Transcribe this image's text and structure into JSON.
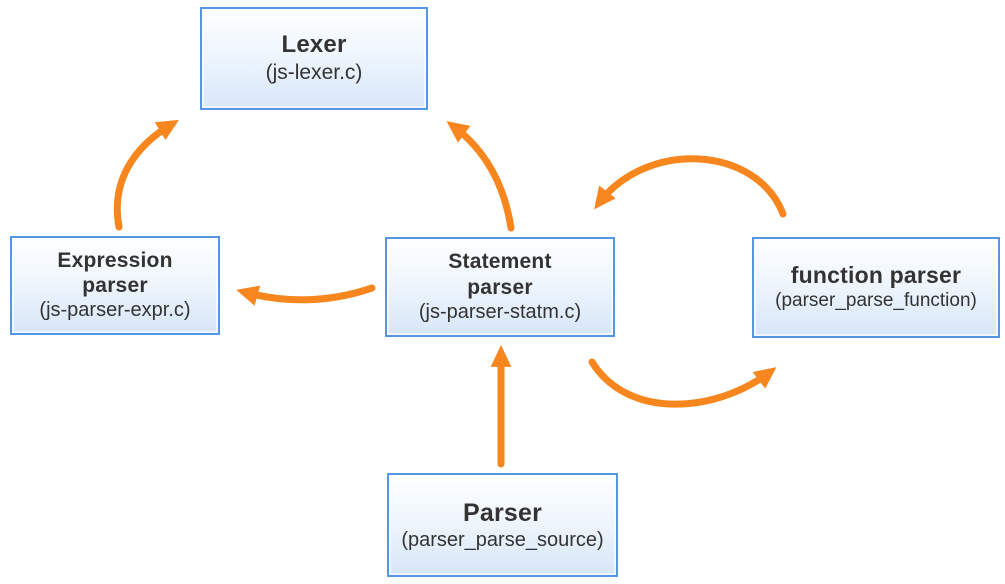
{
  "diagram": {
    "nodes": {
      "lexer": {
        "title": "Lexer",
        "subtitle": "(js-lexer.c)"
      },
      "expression": {
        "title": "Expression\nparser",
        "subtitle": "(js-parser-expr.c)"
      },
      "statement": {
        "title": "Statement\nparser",
        "subtitle": "(js-parser-statm.c)"
      },
      "function": {
        "title": "function parser",
        "subtitle": "(parser_parse_function)"
      },
      "parser": {
        "title": "Parser",
        "subtitle": "(parser_parse_source)"
      }
    },
    "edges": [
      {
        "from": "expression",
        "to": "lexer",
        "shape": "curve-up"
      },
      {
        "from": "statement",
        "to": "lexer",
        "shape": "curve-up"
      },
      {
        "from": "statement",
        "to": "expression",
        "shape": "curve-left"
      },
      {
        "from": "function",
        "to": "statement",
        "shape": "arc-over-top"
      },
      {
        "from": "statement",
        "to": "function",
        "shape": "arc-under-bottom"
      },
      {
        "from": "parser",
        "to": "statement",
        "shape": "straight-up"
      }
    ],
    "colors": {
      "arrow": "#F8861E",
      "node_border": "#5697E5",
      "node_fill_top": "#FEFFFF",
      "node_fill_bottom": "#D7E6F8",
      "text": "#333333",
      "background": "#FFFFFF"
    }
  }
}
